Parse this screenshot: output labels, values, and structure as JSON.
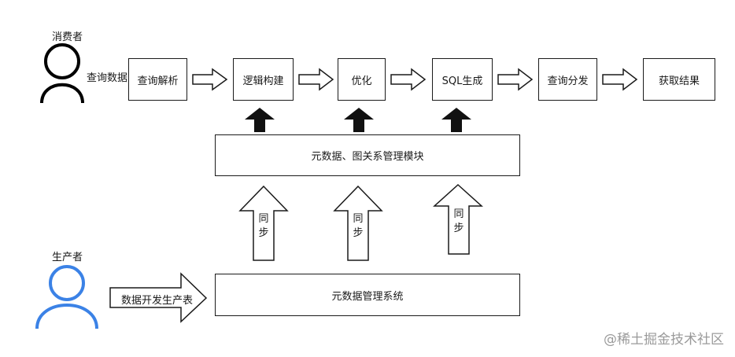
{
  "actors": {
    "consumer": {
      "label": "消费者",
      "color": "#000000"
    },
    "producer": {
      "label": "生产者",
      "color": "#3b82e6"
    }
  },
  "consumer_edge_label": "查询数据",
  "pipeline": [
    "查询解析",
    "逻辑构建",
    "优化",
    "SQL生成",
    "查询分发",
    "获取结果"
  ],
  "modules": {
    "meta_graph": "元数据、图关系管理模块",
    "meta_system": "元数据管理系统"
  },
  "sync_label_chars": [
    "同",
    "步"
  ],
  "producer_edge_label": "数据开发生产表",
  "watermark": "@稀土掘金技术社区"
}
